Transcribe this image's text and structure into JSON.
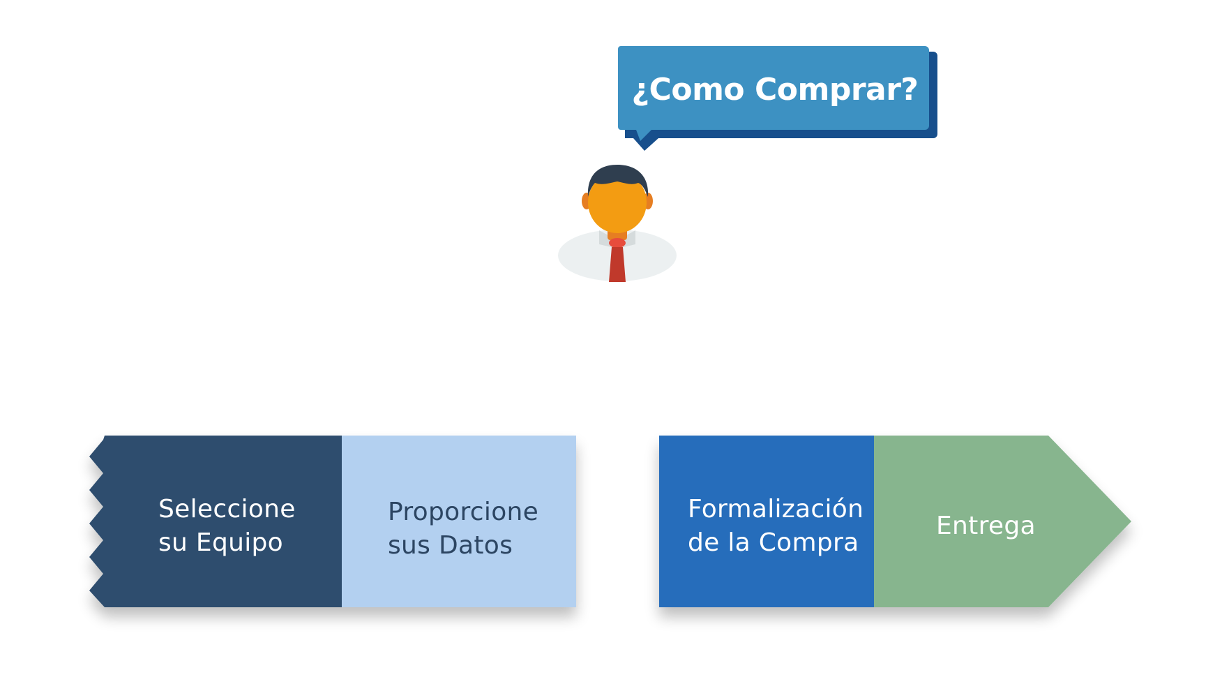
{
  "header": {
    "title": "¿Como Comprar?"
  },
  "avatar": {
    "icon": "businessman-icon"
  },
  "steps": [
    {
      "label": "Seleccione\nsu Equipo",
      "color": "#2f4d6e"
    },
    {
      "label": "Proporcione\nsus Datos",
      "color": "#b3d0f0"
    },
    {
      "label": "Formalización\nde la Compra",
      "color": "#266dbb"
    },
    {
      "label": "Entrega",
      "color": "#87b58e"
    }
  ],
  "colors": {
    "bubble": "#3d91c2",
    "bubble_shadow": "#174f8c",
    "face": "#f39c12",
    "hair": "#2f3e4f",
    "tie": "#c0392b",
    "shirt": "#ecf0f1"
  }
}
